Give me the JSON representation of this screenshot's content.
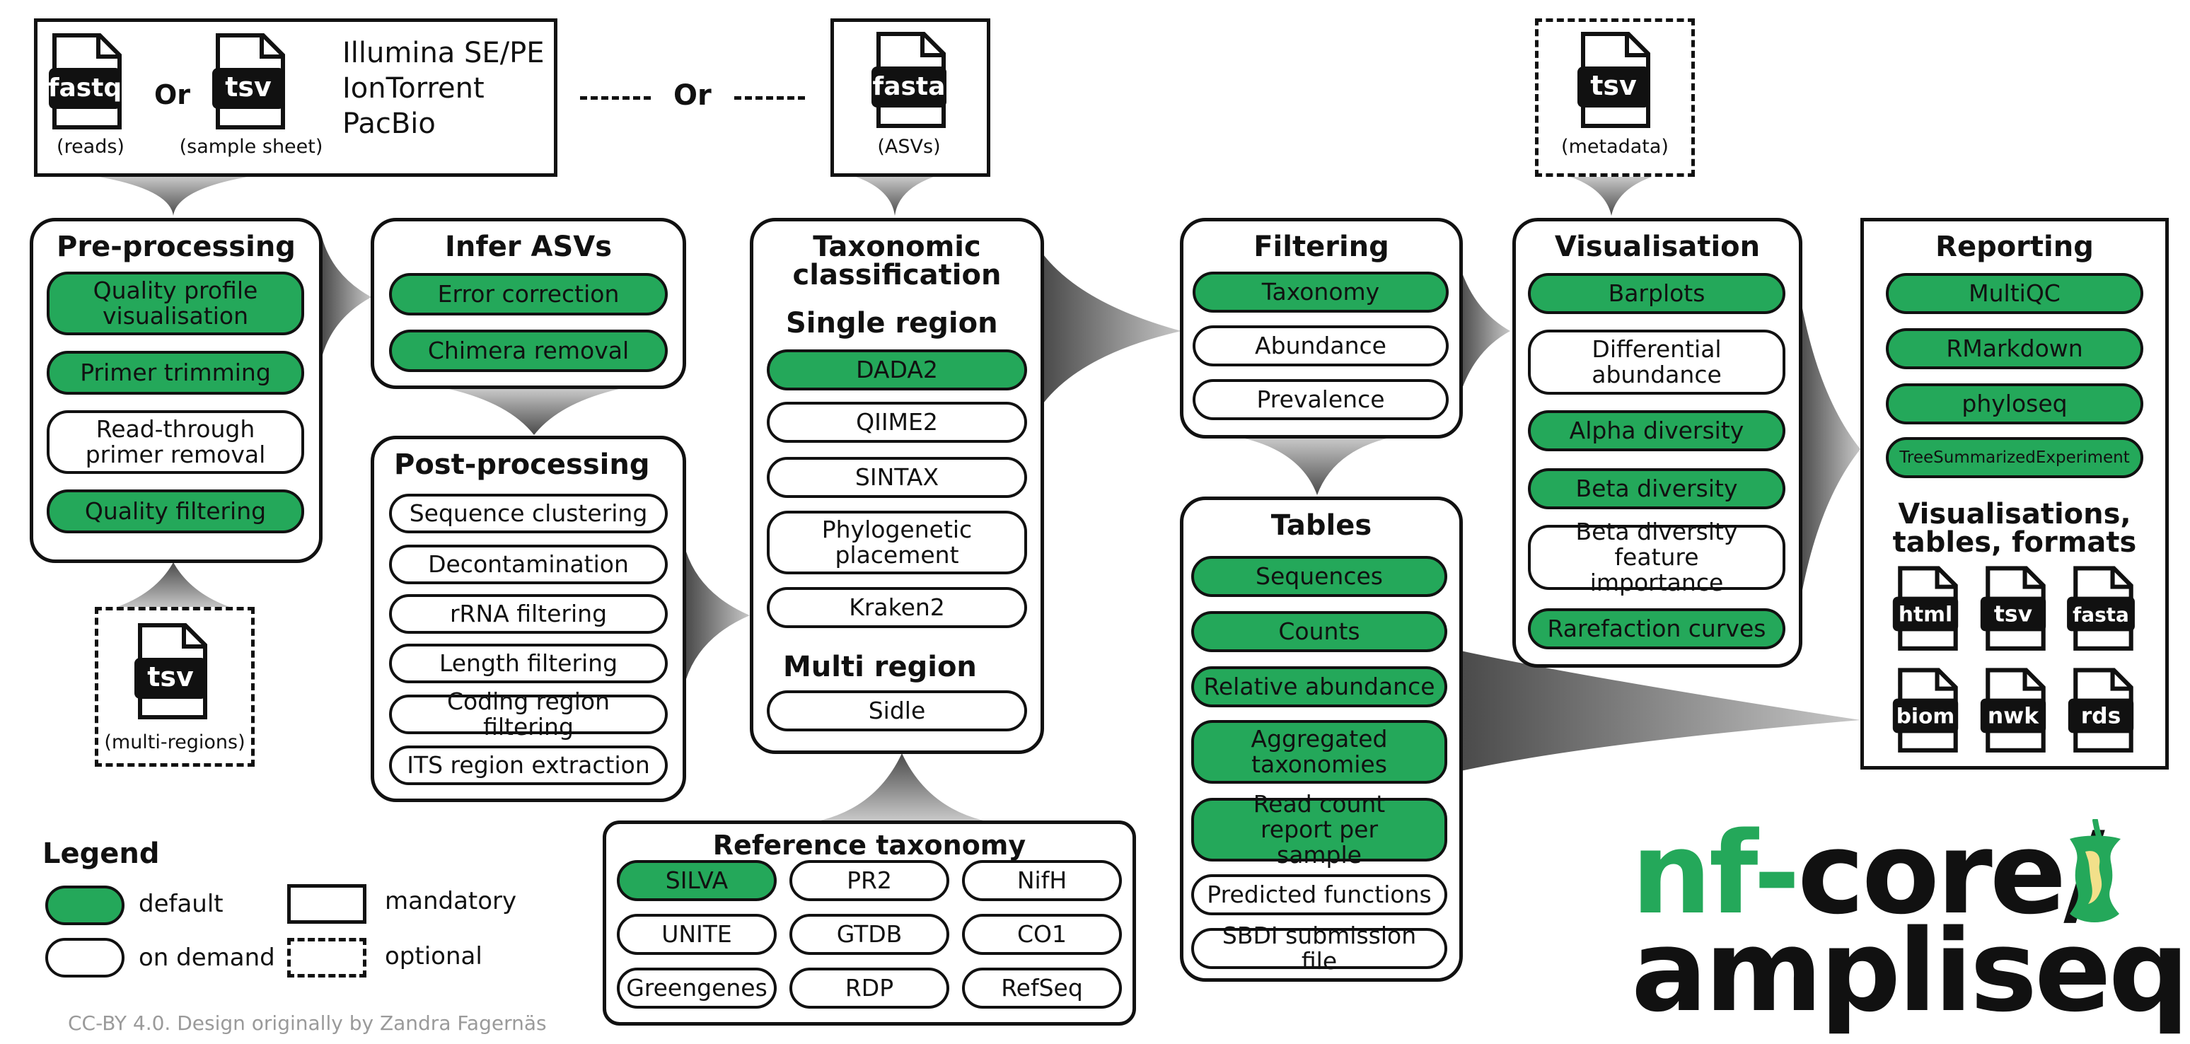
{
  "inputs": {
    "fastq_label": "fastq",
    "fastq_caption": "(reads)",
    "or_small": "Or",
    "tsv_label": "tsv",
    "tsv_caption": "(sample sheet)",
    "platforms": [
      "Illumina SE/PE",
      "IonTorrent",
      "PacBio"
    ],
    "or_big": "Or",
    "fasta_label": "fasta",
    "fasta_caption": "(ASVs)",
    "metadata_label": "tsv",
    "metadata_caption": "(metadata)",
    "multiregion_label": "tsv",
    "multiregion_caption": "(multi-regions)"
  },
  "preprocessing": {
    "title": "Pre-processing",
    "items": [
      {
        "label": "Quality profile visualisation",
        "state": "default"
      },
      {
        "label": "Primer trimming",
        "state": "default"
      },
      {
        "label": "Read-through primer removal",
        "state": "on demand"
      },
      {
        "label": "Quality filtering",
        "state": "default"
      }
    ]
  },
  "infer": {
    "title": "Infer ASVs",
    "items": [
      {
        "label": "Error correction",
        "state": "default"
      },
      {
        "label": "Chimera removal",
        "state": "default"
      }
    ]
  },
  "postprocessing": {
    "title": "Post-processing",
    "items": [
      {
        "label": "Sequence clustering",
        "state": "on demand"
      },
      {
        "label": "Decontamination",
        "state": "on demand"
      },
      {
        "label": "rRNA filtering",
        "state": "on demand"
      },
      {
        "label": "Length filtering",
        "state": "on demand"
      },
      {
        "label": "Coding region filtering",
        "state": "on demand"
      },
      {
        "label": "ITS region extraction",
        "state": "on demand"
      }
    ]
  },
  "taxonomy": {
    "title_line1": "Taxonomic",
    "title_line2": "classification",
    "single_region": "Single region",
    "single_items": [
      {
        "label": "DADA2",
        "state": "default"
      },
      {
        "label": "QIIME2",
        "state": "on demand"
      },
      {
        "label": "SINTAX",
        "state": "on demand"
      },
      {
        "label": "Phylogenetic placement",
        "state": "on demand"
      },
      {
        "label": "Kraken2",
        "state": "on demand"
      }
    ],
    "multi_region": "Multi region",
    "multi_items": [
      {
        "label": "Sidle",
        "state": "on demand"
      }
    ]
  },
  "reference": {
    "title": "Reference taxonomy",
    "items": [
      {
        "label": "SILVA",
        "state": "default"
      },
      {
        "label": "PR2",
        "state": "on demand"
      },
      {
        "label": "NifH",
        "state": "on demand"
      },
      {
        "label": "UNITE",
        "state": "on demand"
      },
      {
        "label": "GTDB",
        "state": "on demand"
      },
      {
        "label": "CO1",
        "state": "on demand"
      },
      {
        "label": "Greengenes",
        "state": "on demand"
      },
      {
        "label": "RDP",
        "state": "on demand"
      },
      {
        "label": "RefSeq",
        "state": "on demand"
      }
    ]
  },
  "filtering": {
    "title": "Filtering",
    "items": [
      {
        "label": "Taxonomy",
        "state": "default"
      },
      {
        "label": "Abundance",
        "state": "on demand"
      },
      {
        "label": "Prevalence",
        "state": "on demand"
      }
    ]
  },
  "tables": {
    "title": "Tables",
    "items": [
      {
        "label": "Sequences",
        "state": "default"
      },
      {
        "label": "Counts",
        "state": "default"
      },
      {
        "label": "Relative abundance",
        "state": "default"
      },
      {
        "label": "Aggregated taxonomies",
        "state": "default"
      },
      {
        "label": "Read count report per sample",
        "state": "default"
      },
      {
        "label": "Predicted functions",
        "state": "on demand"
      },
      {
        "label": "SBDI submission file",
        "state": "on demand"
      }
    ]
  },
  "visualisation": {
    "title": "Visualisation",
    "items": [
      {
        "label": "Barplots",
        "state": "default"
      },
      {
        "label": "Differential abundance",
        "state": "on demand"
      },
      {
        "label": "Alpha diversity",
        "state": "default"
      },
      {
        "label": "Beta diversity",
        "state": "default"
      },
      {
        "label": "Beta diversity feature importance",
        "state": "on demand"
      },
      {
        "label": "Rarefaction curves",
        "state": "default"
      }
    ]
  },
  "reporting": {
    "title": "Reporting",
    "items": [
      {
        "label": "MultiQC",
        "state": "default"
      },
      {
        "label": "RMarkdown",
        "state": "default"
      },
      {
        "label": "phyloseq",
        "state": "default"
      },
      {
        "label": "TreeSummarizedExperiment",
        "state": "default"
      }
    ],
    "formats_title_line1": "Visualisations,",
    "formats_title_line2": "tables, formats",
    "formats": [
      "html",
      "tsv",
      "fasta",
      "biom",
      "nwk",
      "rds"
    ]
  },
  "legend": {
    "title": "Legend",
    "default": "default",
    "on_demand": "on demand",
    "mandatory": "mandatory",
    "optional": "optional"
  },
  "credit": "CC-BY 4.0. Design originally by Zandra Fagernäs",
  "brand": {
    "nf": "nf",
    "dash": "-",
    "core": "core/",
    "name": "ampliseq"
  },
  "colors": {
    "default_fill": "#24a85a",
    "on_demand_fill": "#ffffff",
    "outline": "#111111",
    "apple_green": "#24a85a",
    "apple_core": "#f2e08a"
  }
}
